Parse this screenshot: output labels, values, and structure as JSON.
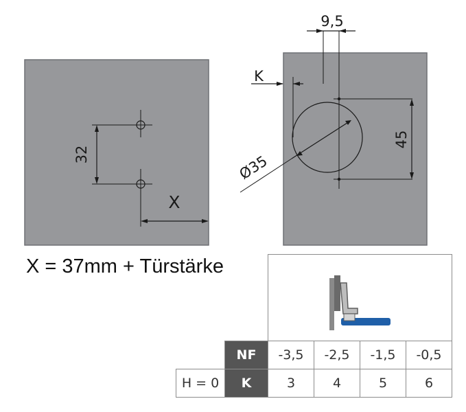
{
  "diagram": {
    "left_panel": {
      "dimension_32": "32",
      "dimension_x": "X"
    },
    "right_panel": {
      "dimension_9_5": "9,5",
      "dimension_k": "K",
      "dimension_45": "45",
      "dimension_d35": "Ø35"
    },
    "formula": "X = 37mm + Türstärke"
  },
  "table": {
    "nf_label": "NF",
    "nf_values": [
      "-3,5",
      "-2,5",
      "-1,5",
      "-0,5"
    ],
    "h_label": "H = 0",
    "k_label": "K",
    "k_values": [
      "3",
      "4",
      "5",
      "6"
    ]
  },
  "colors": {
    "panel": "#97989b",
    "panel_border": "#6f7075",
    "line": "#1a1a1a",
    "header_dark": "#555555",
    "hinge_blue": "#1f5fa8"
  }
}
